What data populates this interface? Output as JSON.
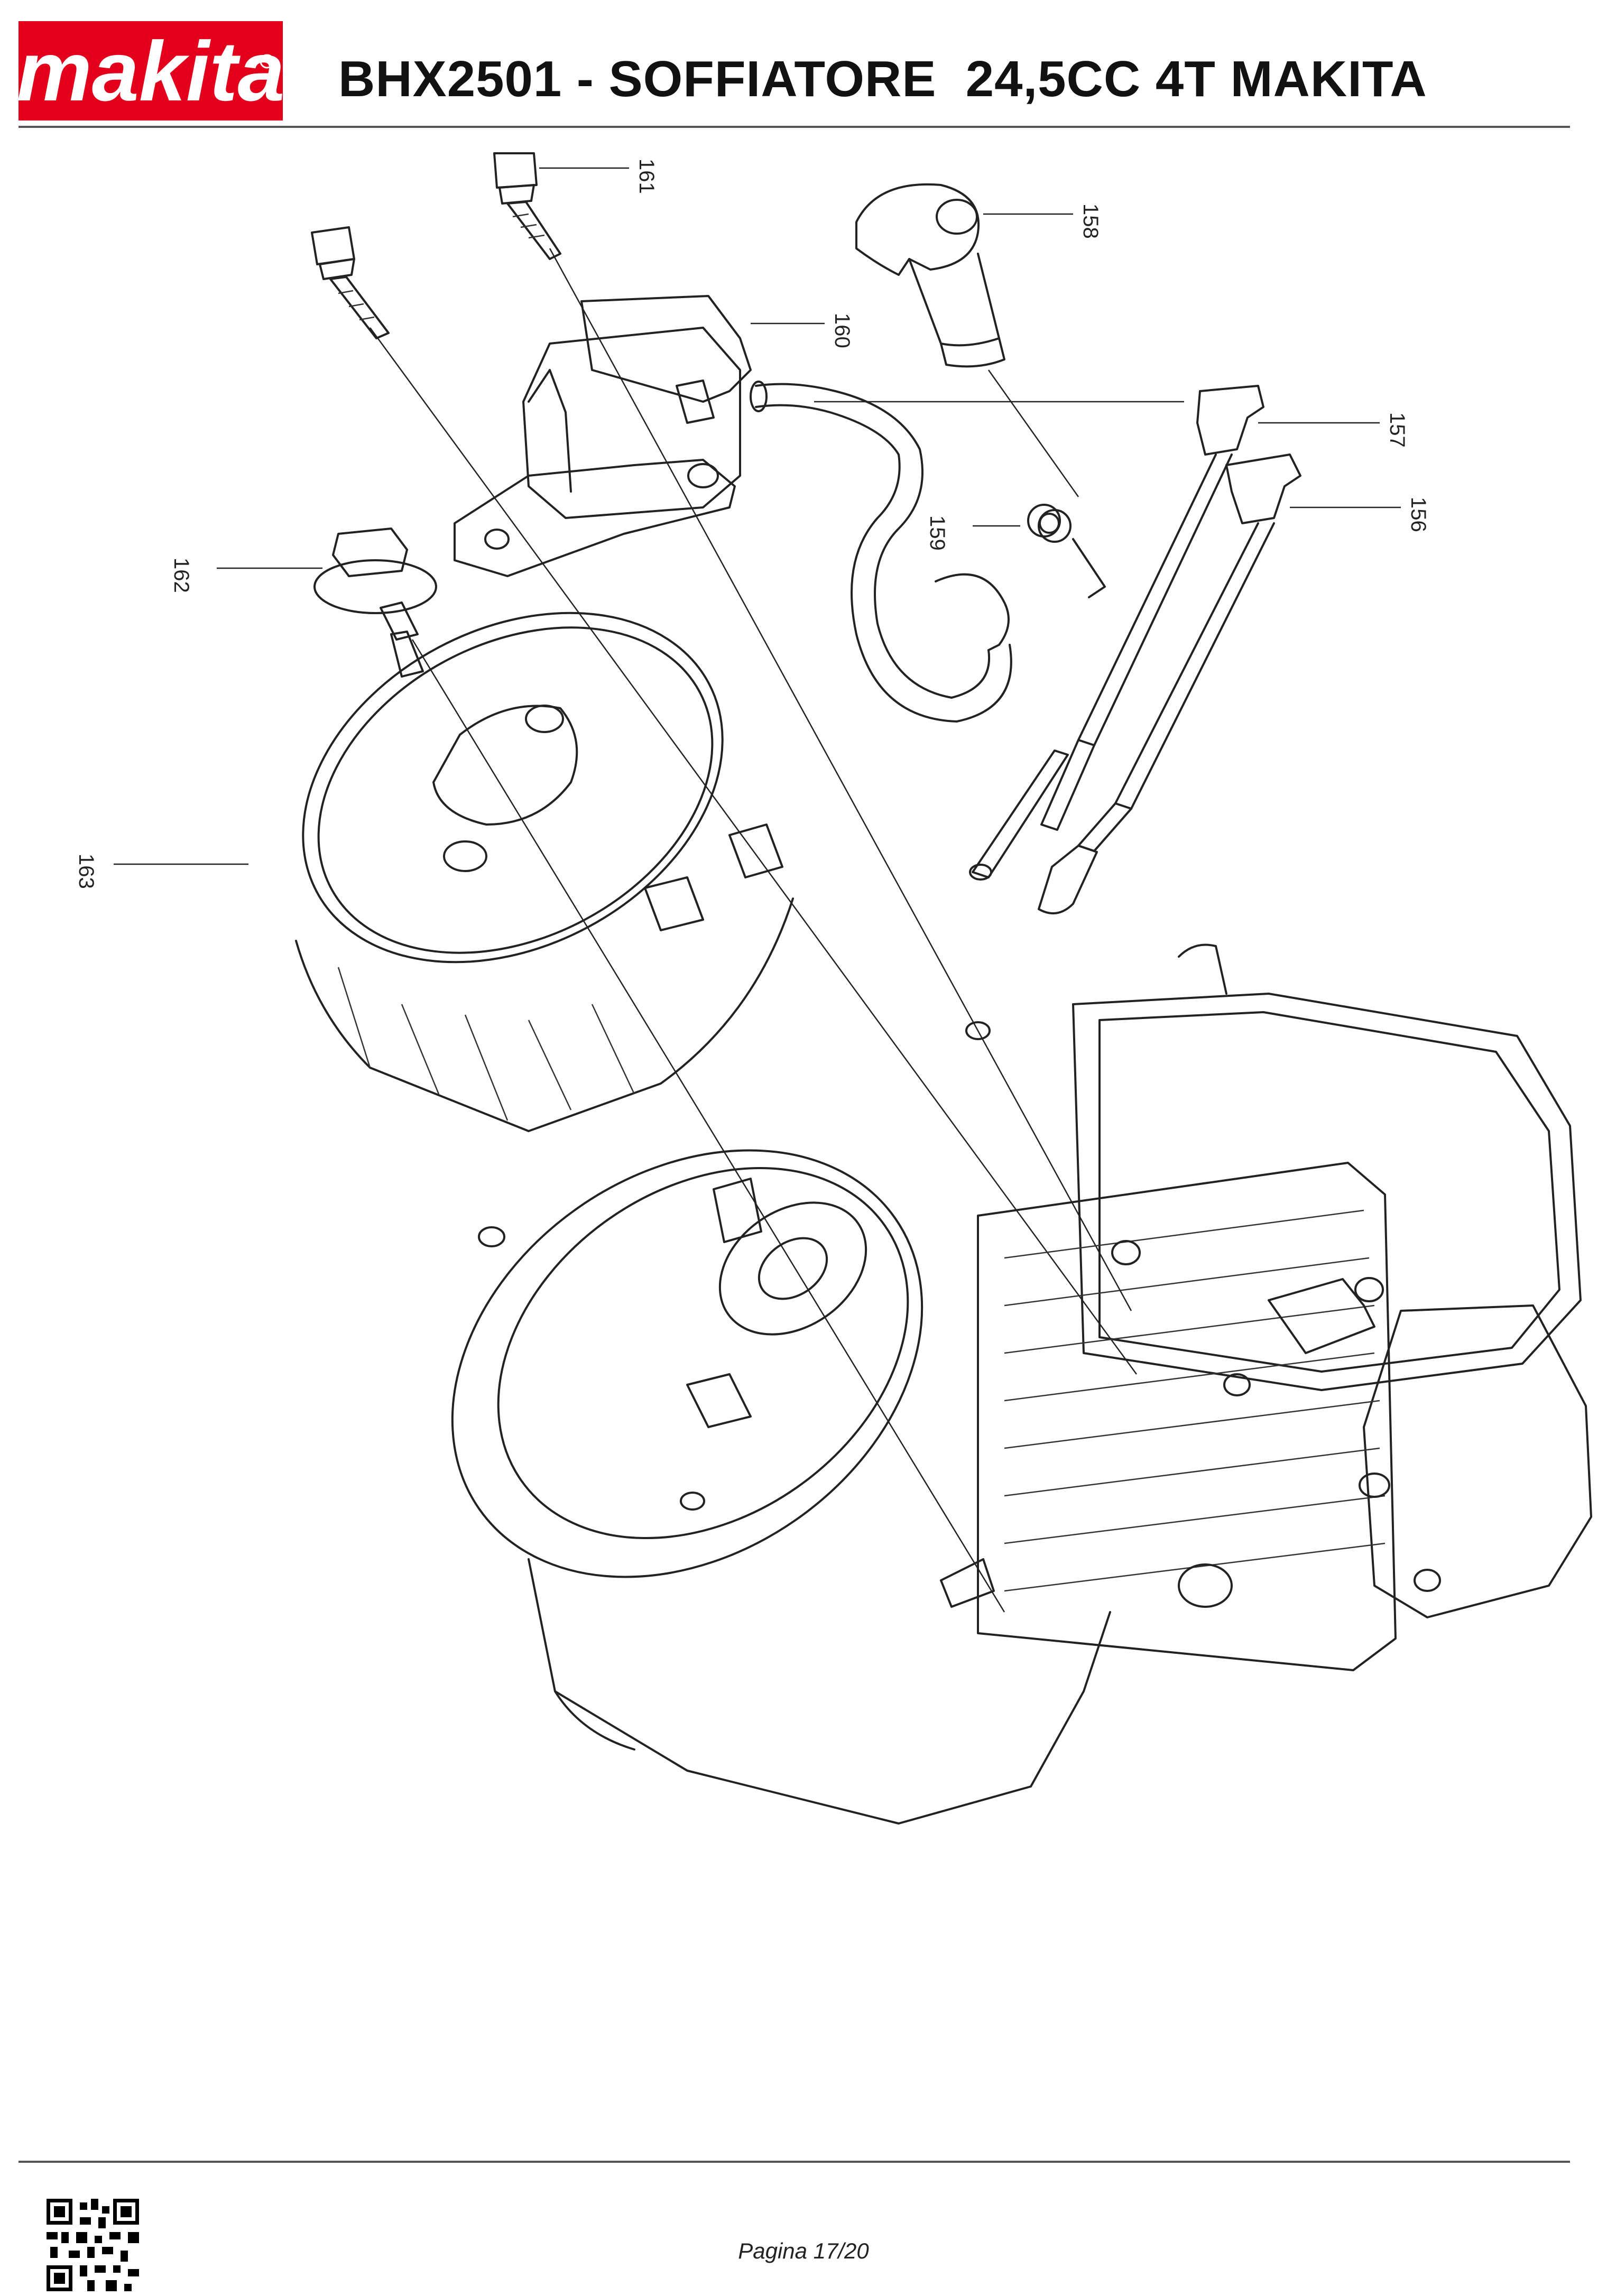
{
  "header": {
    "logo_text": "makita",
    "brand_color": "#e3001b",
    "title": "BHX2501 - SOFFIATORE  24,5CC 4T MAKITA"
  },
  "diagram": {
    "part_labels": [
      "156",
      "157",
      "158",
      "159",
      "160",
      "161",
      "162",
      "163"
    ]
  },
  "footer": {
    "page": "Pagina 17/20",
    "qr_icon": "qr-code-icon"
  }
}
